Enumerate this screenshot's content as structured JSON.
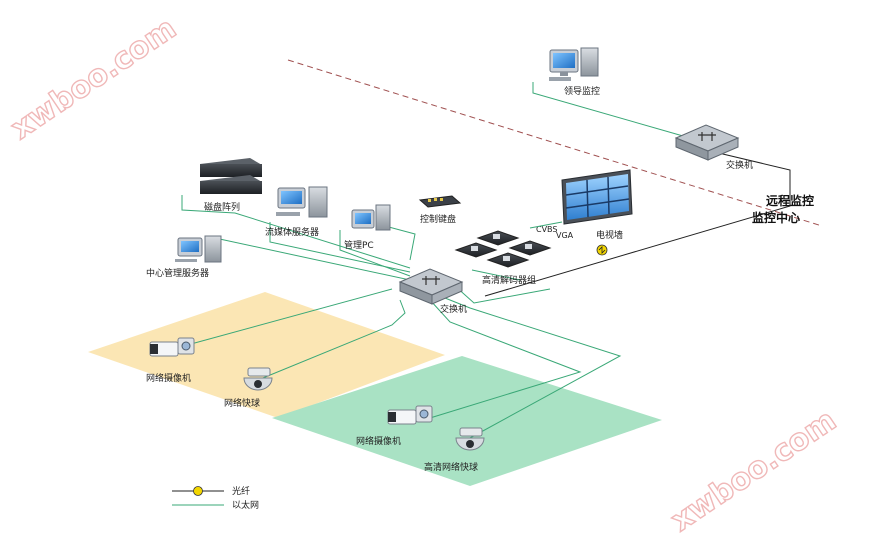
{
  "watermark": "xwboo.com",
  "labels": {
    "leader_monitor": "领导监控",
    "switch_remote": "交换机",
    "remote_monitor": "远程监控",
    "monitor_center": "监控中心",
    "disk_array": "磁盘阵列",
    "media_server": "流媒体服务器",
    "mgmt_pc": "管理PC",
    "control_keyboard": "控制键盘",
    "tv_wall": "电视墙",
    "cvbs": "CVBS",
    "vga": "VGA",
    "decoder": "高清解码器组",
    "center_mgmt_server": "中心管理服务器",
    "switch_center": "交换机",
    "net_camera_a": "网络摄像机",
    "speed_dome_a": "网络快球",
    "net_camera_b": "网络摄像机",
    "hd_speed_dome_b": "高清网络快球"
  },
  "legend": {
    "fiber": "光纤",
    "ethernet": "以太网"
  },
  "colors": {
    "ethernet": "#3aa877",
    "fiber": "#222222",
    "zone_yellow": "#fbe6b4",
    "zone_green": "#a9e2c4",
    "divider": "#a05050",
    "fiber_marker": "#f3d600"
  }
}
